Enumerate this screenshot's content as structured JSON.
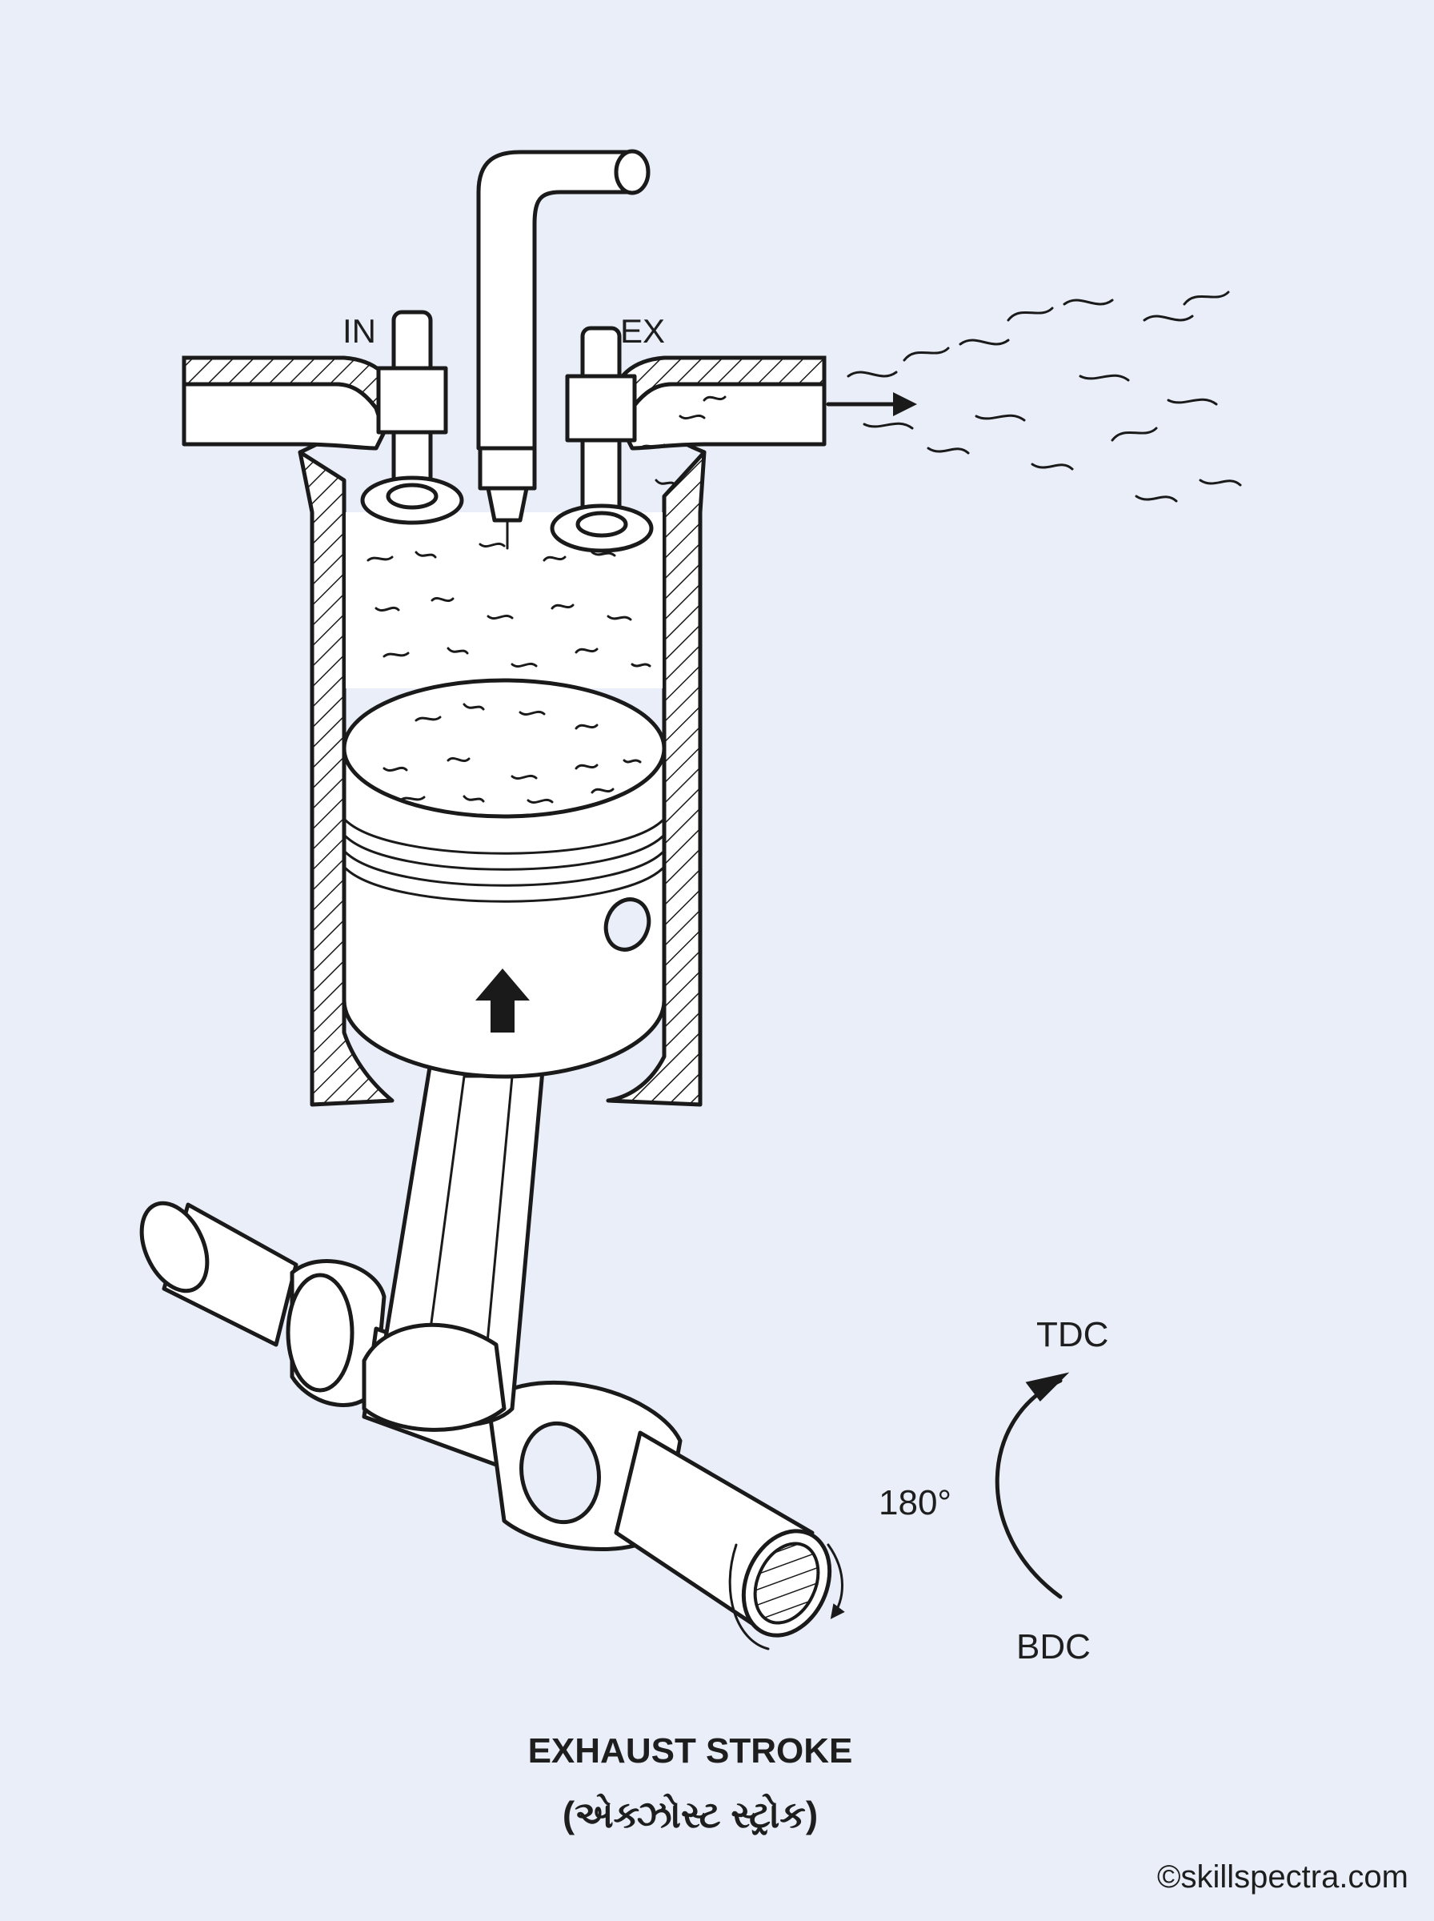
{
  "labels": {
    "intake": "IN",
    "exhaust": "EX",
    "tdc": "TDC",
    "bdc": "BDC",
    "angle": "180°"
  },
  "title": {
    "english": "EXHAUST STROKE",
    "gujarati": "(એક્ઝોસ્ટ સ્ટ્રોક)"
  },
  "copyright": "©skillspectra.com",
  "colors": {
    "background": "#e9eef8",
    "line": "#1a1a1a",
    "fill": "#ffffff"
  }
}
